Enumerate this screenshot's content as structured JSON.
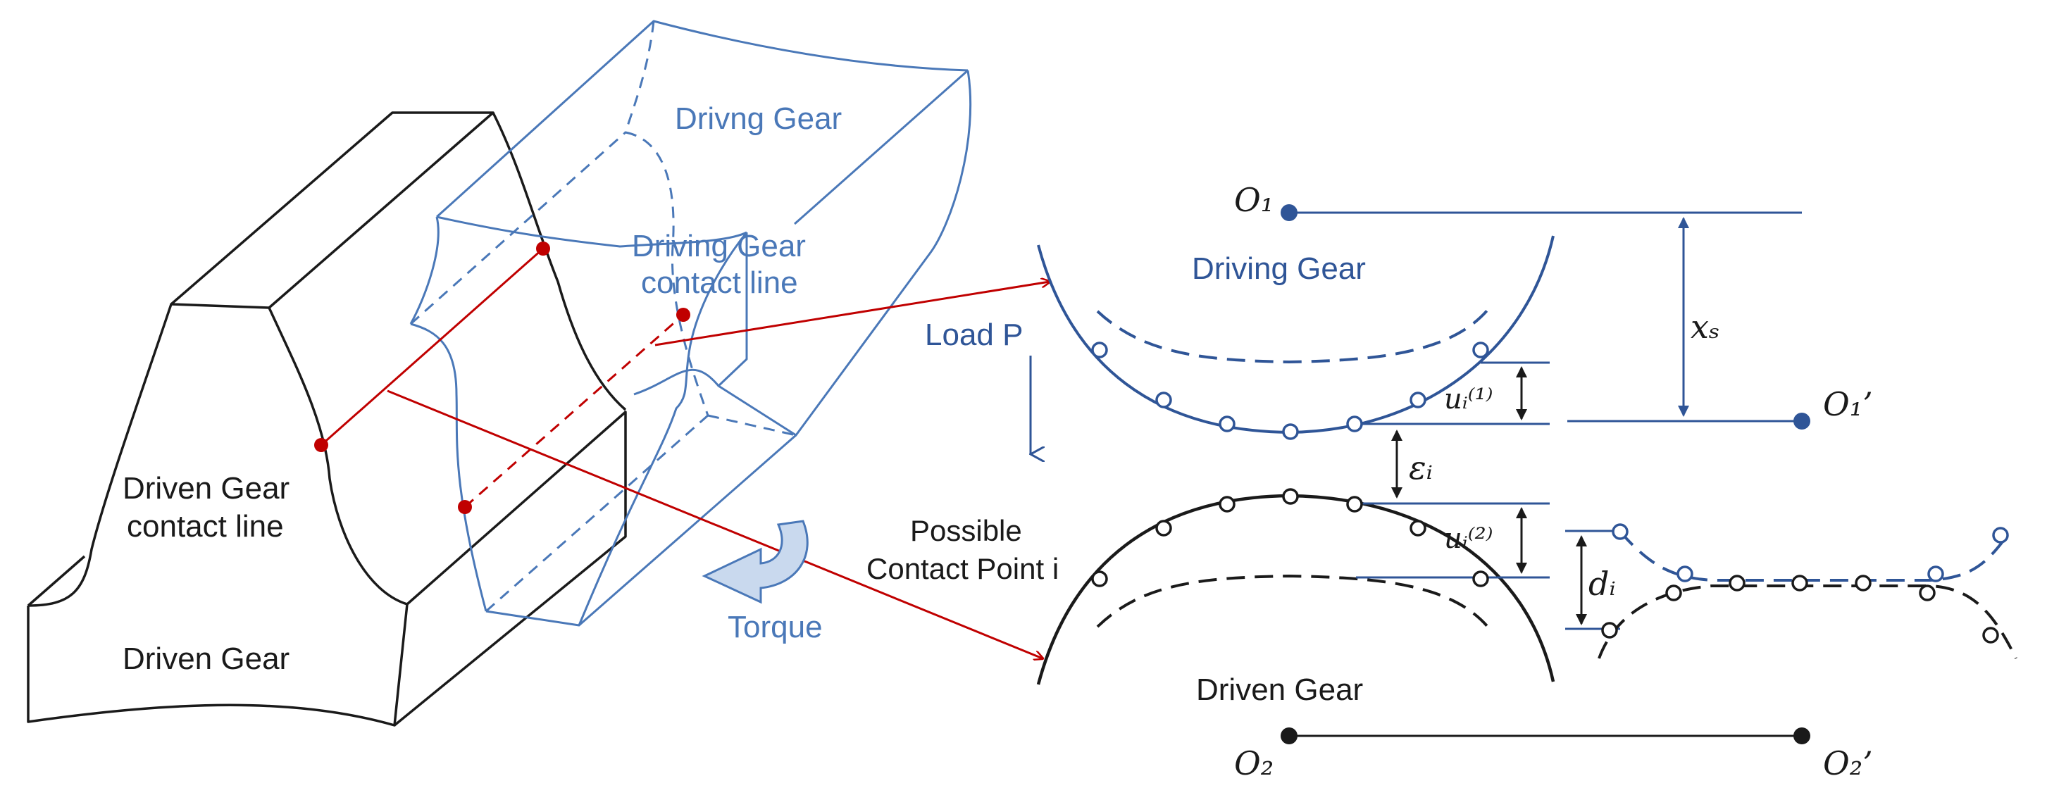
{
  "colors": {
    "driving": "#2f5597",
    "driving_light": "#4a78b8",
    "driven": "#1a1a1a",
    "contact": "#c00000"
  },
  "labels": {
    "driving_gear_3d": "Drivng Gear",
    "driving_contact_line_1": "Driving Gear",
    "driving_contact_line_2": "contact line",
    "driven_contact_line_1": "Driven Gear",
    "driven_contact_line_2": "contact line",
    "driven_gear_3d": "Driven Gear",
    "torque": "Torque",
    "load": "Load P",
    "driving_gear_section": "Driving Gear",
    "driven_gear_section": "Driven Gear",
    "possible_contact_1": "Possible",
    "possible_contact_2": "Contact Point i"
  },
  "symbols": {
    "o1": "O₁",
    "o1_prime": "O₁’",
    "o2": "O₂",
    "o2_prime": "O₂’",
    "xs": "xₛ",
    "u1": "uᵢ⁽¹⁾",
    "u2": "uᵢ⁽²⁾",
    "eps": "εᵢ",
    "d": "dᵢ"
  },
  "icons": {
    "torque": "curved-arrow-icon",
    "load": "down-arrow-icon"
  }
}
